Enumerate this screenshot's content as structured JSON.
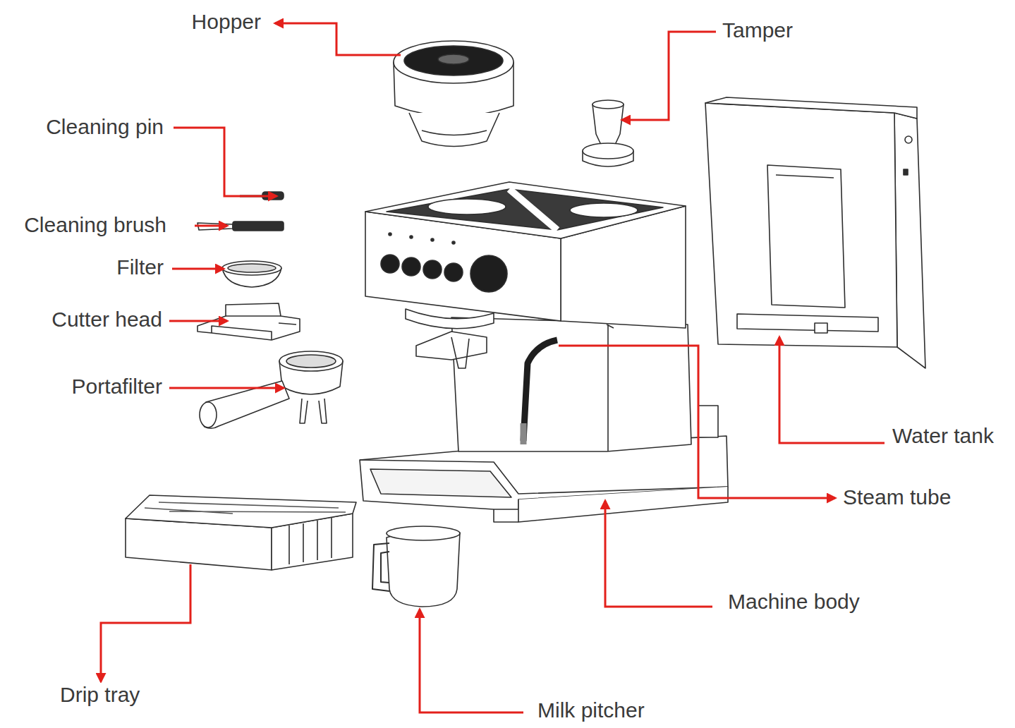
{
  "diagram": {
    "labels": [
      "Hopper",
      "Tamper",
      "Cleaning pin",
      "Cleaning brush",
      "Filter",
      "Cutter head",
      "Portafilter",
      "Water tank",
      "Steam tube",
      "Machine body",
      "Drip tray",
      "Milk pitcher"
    ]
  }
}
